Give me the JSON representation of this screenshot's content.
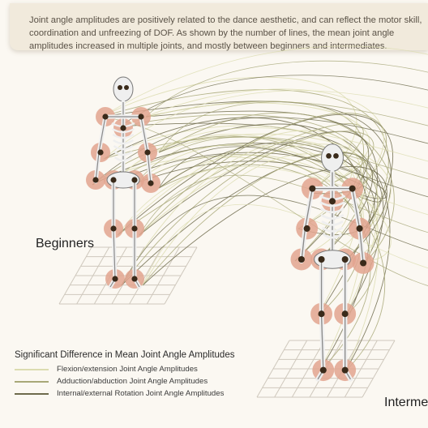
{
  "description_text": "Joint angle amplitudes are positively related to the dance aesthetic, and can reflect the motor skill, coordination and unfreezing of DOF.  As shown by the number of lines, the mean joint angle amplitudes increased in multiple joints, and mostly between beginners and intermediates.",
  "groups": {
    "beginners": "Beginners",
    "intermediates": "Interme"
  },
  "legend": {
    "title": "Significant Difference in Mean Joint Angle Amplitudes",
    "items": [
      {
        "label": "Flexion/extension Joint Angle Amplitudes",
        "color": "#dcdcb0"
      },
      {
        "label": "Adduction/abduction Joint Angle Amplitudes",
        "color": "#a8a878"
      },
      {
        "label": "Internal/external Rotation Joint Angle Amplitudes",
        "color": "#6e6b4c"
      }
    ]
  },
  "colors": {
    "joint_highlight": "#e2a58f",
    "bone": "#efefef",
    "joint_dark": "#3a2a1a"
  }
}
